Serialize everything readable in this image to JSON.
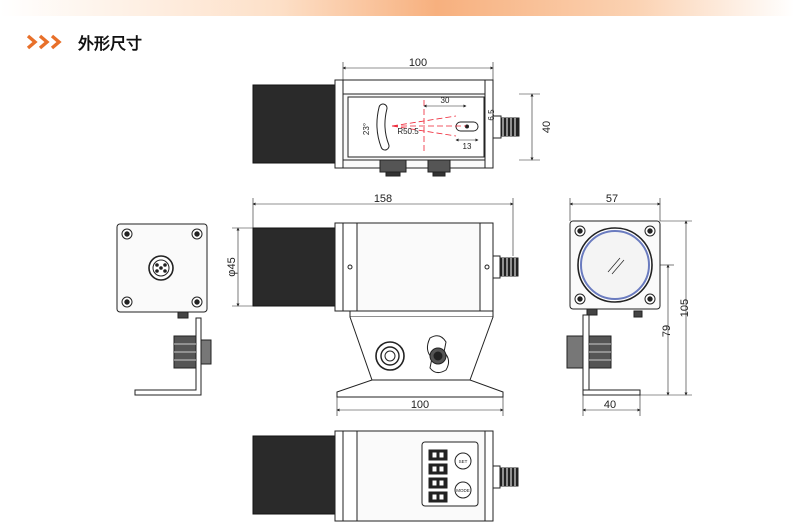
{
  "header": {
    "title": "外形尺寸",
    "bullet_icon": "triple-chevron-icon",
    "accent_color": "#e8702a"
  },
  "top_view": {
    "width_label": "100",
    "height_label": "40",
    "offset_label": "30",
    "angle_label": "23°",
    "radius_label": "R50.5",
    "slot_width_label": "13",
    "slot_height_label": "6.5"
  },
  "front_view": {
    "length_label": "158",
    "diameter_label": "φ45",
    "base_label": "100"
  },
  "side_view": {
    "width_label": "57",
    "height_label": "105",
    "mount_height_label": "79",
    "bracket_label": "40"
  },
  "bottom_view": {
    "button_top_label": "SET",
    "button_bottom_label": "MODE"
  }
}
